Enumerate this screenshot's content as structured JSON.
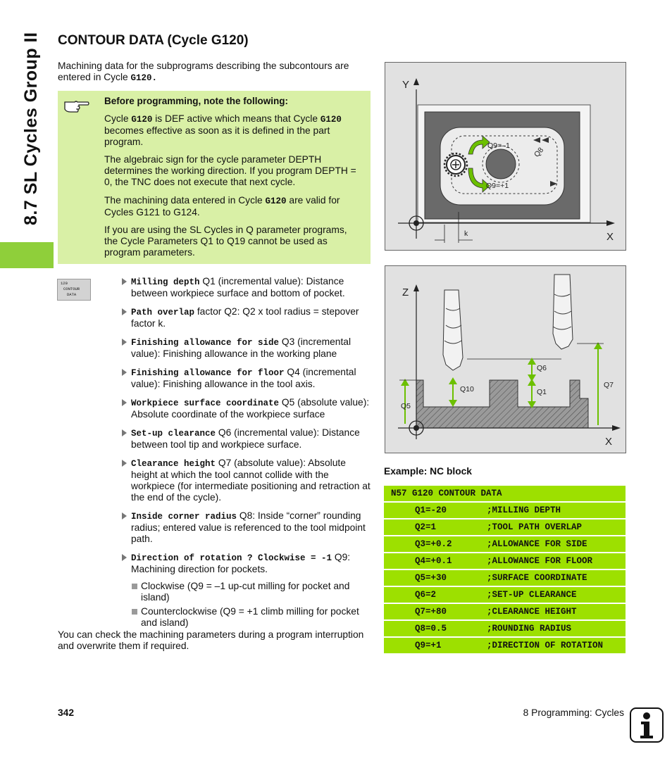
{
  "side_title": "8.7 SL Cycles Group II",
  "heading": "CONTOUR DATA (Cycle G120)",
  "intro": {
    "text_a": "Machining data for the subprograms describing the subcontours are entered in Cycle ",
    "code": "G120."
  },
  "note": {
    "title": "Before programming, note the following:",
    "p1_a": "Cycle ",
    "p1_b": "G120",
    "p1_c": " is DEF active which means that Cycle ",
    "p1_d": "G120",
    "p1_e": " becomes effective as soon as it is defined in the part program.",
    "p2": "The algebraic sign for the cycle parameter DEPTH determines the working direction. If you program DEPTH = 0, the TNC does not execute that next cycle.",
    "p3_a": "The machining data entered in Cycle ",
    "p3_b": "G120",
    "p3_c": " are valid for Cycles G121 to G124.",
    "p4": "If you are using the SL Cycles in Q parameter programs, the Cycle Parameters Q1 to Q19 cannot be used as program parameters."
  },
  "softkey": {
    "line1": "120",
    "line2": "CONTOUR",
    "line3": "DATA"
  },
  "params": [
    {
      "name": "Milling depth",
      "text": " Q1 (incremental value): Distance between workpiece surface and bottom of pocket."
    },
    {
      "name": "Path overlap",
      "text": " factor Q2: Q2 x tool radius = stepover factor k."
    },
    {
      "name": "Finishing allowance for side",
      "text": " Q3 (incremental value): Finishing allowance in the working plane"
    },
    {
      "name": "Finishing allowance for floor",
      "text": " Q4 (incremental value): Finishing allowance in the tool axis."
    },
    {
      "name": "Workpiece surface coordinate",
      "text": " Q5 (absolute value): Absolute coordinate of the workpiece surface"
    },
    {
      "name": "Set-up clearance",
      "text": " Q6 (incremental value): Distance between tool tip and workpiece surface."
    },
    {
      "name": "Clearance height",
      "text": " Q7 (absolute value): Absolute height at which the tool cannot collide with the workpiece (for intermediate positioning and retraction at the end of the cycle)."
    },
    {
      "name": "Inside corner radius",
      "text": " Q8: Inside “corner” rounding radius; entered value is referenced to the tool midpoint path."
    },
    {
      "name": "Direction of rotation ? Clockwise = -1",
      "text": " Q9: Machining direction for pockets."
    }
  ],
  "sub_items": [
    "Clockwise (Q9 = –1 up-cut milling for pocket and island)",
    "Counterclockwise (Q9 = +1 climb milling for pocket and island)"
  ],
  "outro": "You can check the machining parameters during a program interruption and overwrite them if required.",
  "figure1": {
    "axis_y": "Y",
    "axis_x": "X",
    "q9_cw": "Q9=–1",
    "q9_ccw": "Q9=+1",
    "q8": "Q8",
    "k": "k"
  },
  "figure2": {
    "axis_z": "Z",
    "axis_x": "X",
    "q6": "Q6",
    "q10": "Q10",
    "q1": "Q1",
    "q5": "Q5",
    "q7": "Q7"
  },
  "example_title": "Example: NC block",
  "nc_block": [
    {
      "c1": "N57 G120 CONTOUR DATA",
      "c2": ""
    },
    {
      "c1": "Q1=-20",
      "c2": ";MILLING DEPTH"
    },
    {
      "c1": "Q2=1",
      "c2": ";TOOL PATH OVERLAP"
    },
    {
      "c1": "Q3=+0.2",
      "c2": ";ALLOWANCE FOR SIDE"
    },
    {
      "c1": "Q4=+0.1",
      "c2": ";ALLOWANCE FOR FLOOR"
    },
    {
      "c1": "Q5=+30",
      "c2": ";SURFACE COORDINATE"
    },
    {
      "c1": "Q6=2",
      "c2": ";SET-UP CLEARANCE"
    },
    {
      "c1": "Q7=+80",
      "c2": ";CLEARANCE HEIGHT"
    },
    {
      "c1": "Q8=0.5",
      "c2": ";ROUNDING RADIUS"
    },
    {
      "c1": "Q9=+1",
      "c2": ";DIRECTION OF ROTATION"
    }
  ],
  "footer": {
    "page": "342",
    "chapter": "8 Programming: Cycles"
  },
  "colors": {
    "accent": "#8fcf3a",
    "note_bg": "#d9f0a6",
    "nc_bg": "#9de000",
    "figure_bg": "#e1e1e1"
  },
  "icons": {
    "note": "pointing-hand-icon",
    "corner": "info-icon"
  }
}
